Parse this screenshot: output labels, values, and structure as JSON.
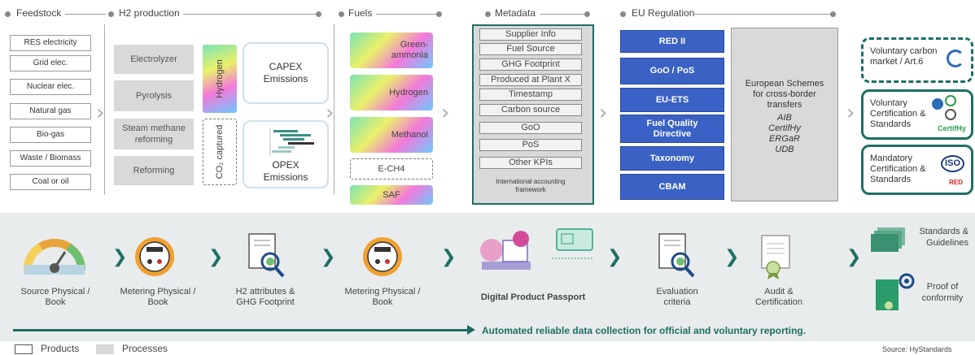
{
  "headers": {
    "feedstock": "Feedstock",
    "h2_production": "H2 production",
    "fuels": "Fuels",
    "metadata": "Metadata",
    "eu_regulation": "EU Regulation"
  },
  "feedstock_items": [
    "RES electricity",
    "Grid elec.",
    "Nuclear elec.",
    "Natural gas",
    "Bio-gas",
    "Waste / Biomass",
    "Coal or oil"
  ],
  "h2_processes": [
    "Electrolyzer",
    "Pyrolysis",
    "Steam methane reforming",
    "Reforming"
  ],
  "hydrogen_label": "Hydrogen",
  "co2_label": "CO₂ captured",
  "capex": "CAPEX Emissions",
  "opex": "OPEX Emissions",
  "fuels": [
    "Green-ammonia",
    "Hydrogen",
    "Methanol",
    "E-CH4",
    "SAF"
  ],
  "metadata_items": [
    "Supplier Info",
    "Fuel Source",
    "GHG Footprint",
    "Produced at Plant X",
    "Timestamp",
    "Carbon source",
    "GoO",
    "PoS",
    "Other KPIs"
  ],
  "metadata_footer": "International accounting framework",
  "eu_items": [
    "RED II",
    "GoO / PoS",
    "EU-ETS",
    "Fuel Quality Directive",
    "Taxonomy",
    "CBAM"
  ],
  "eu_schemes": {
    "title": "European Schemes for cross-border transfers",
    "items": [
      "AIB",
      "CertifHy",
      "ERGaR",
      "UDB"
    ]
  },
  "voluntary": {
    "carbon_market": "Voluntary carbon market / Art.6",
    "certification": "Voluntary Certification & Standards",
    "mandatory": "Mandatory Certification & Standards",
    "certifhy_logo": "CertifHy",
    "iso_logo": "ISO",
    "red_logo": "RED"
  },
  "flow_steps": [
    {
      "label": "Source Physical / Book",
      "icon": "source-gauge-icon"
    },
    {
      "label": "Metering Physical / Book",
      "icon": "meter-icon"
    },
    {
      "label": "H2 attributes & GHG Footprint",
      "icon": "document-search-icon"
    },
    {
      "label": "Metering Physical / Book",
      "icon": "meter-icon"
    },
    {
      "label": "Digital Product Passport",
      "icon": "digital-passport-icon"
    },
    {
      "label": "Evaluation criteria",
      "icon": "evaluation-icon"
    },
    {
      "label": "Audit & Certification",
      "icon": "certificate-icon"
    }
  ],
  "right_items": {
    "standards": "Standards & Guidelines",
    "proof": "Proof of conformity"
  },
  "arrow_text": "Automated reliable data collection for official and voluntary reporting.",
  "legend": {
    "products": "Products",
    "processes": "Processes"
  },
  "source": "Source: HyStandards",
  "colors": {
    "teal": "#1e6f63",
    "eu_blue": "#3a62c4",
    "process_gray": "#d9d9d9",
    "flow_bg": "#e8ecec"
  }
}
